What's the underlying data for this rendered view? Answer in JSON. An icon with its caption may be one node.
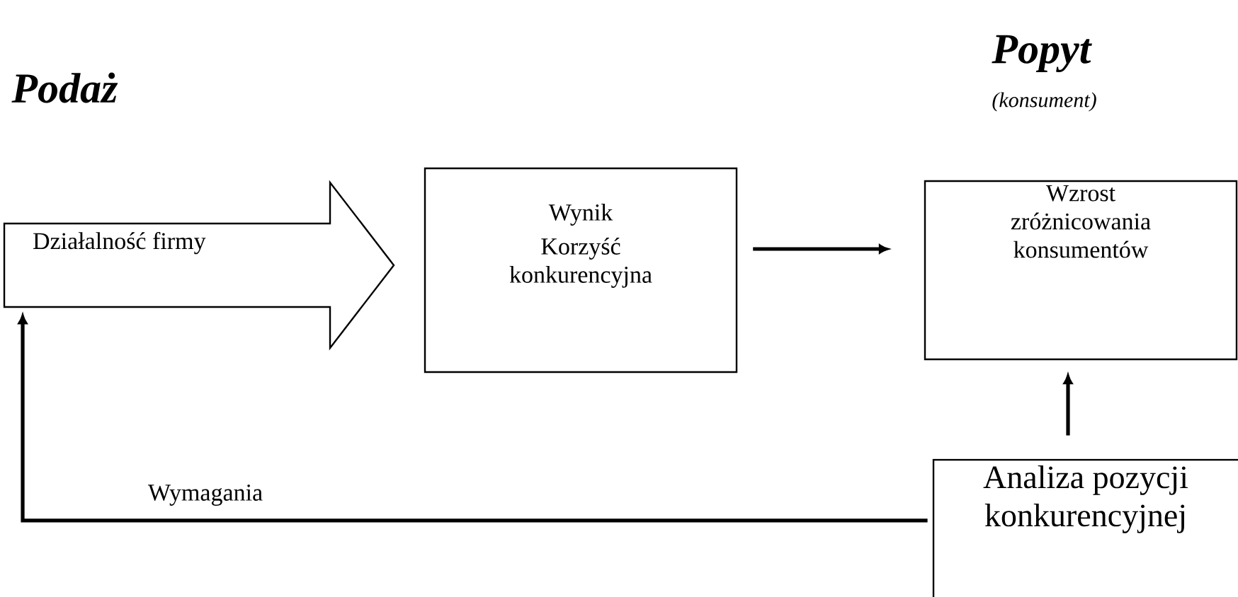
{
  "diagram": {
    "nodes": [
      {
        "text": [
          "Działalność firmy"
        ]
      },
      {
        "text": [
          "Wynik",
          "Korzyść konkurencyjna"
        ]
      },
      {
        "text": [
          "Wzrost zróżnicowania konsumentów"
        ]
      },
      {
        "text": [
          "Analiza pozycji konkurencyjnej"
        ]
      }
    ],
    "edges": [
      {
        "from": 1,
        "to": 2,
        "arrow": "to"
      },
      {
        "from": 3,
        "to": 2,
        "arrow": "to"
      },
      {
        "from": 3,
        "to": 0,
        "arrow": "to",
        "label": "Wymagania"
      }
    ],
    "labels": [
      "Podaż",
      "Popyt",
      "(konsument)"
    ]
  }
}
